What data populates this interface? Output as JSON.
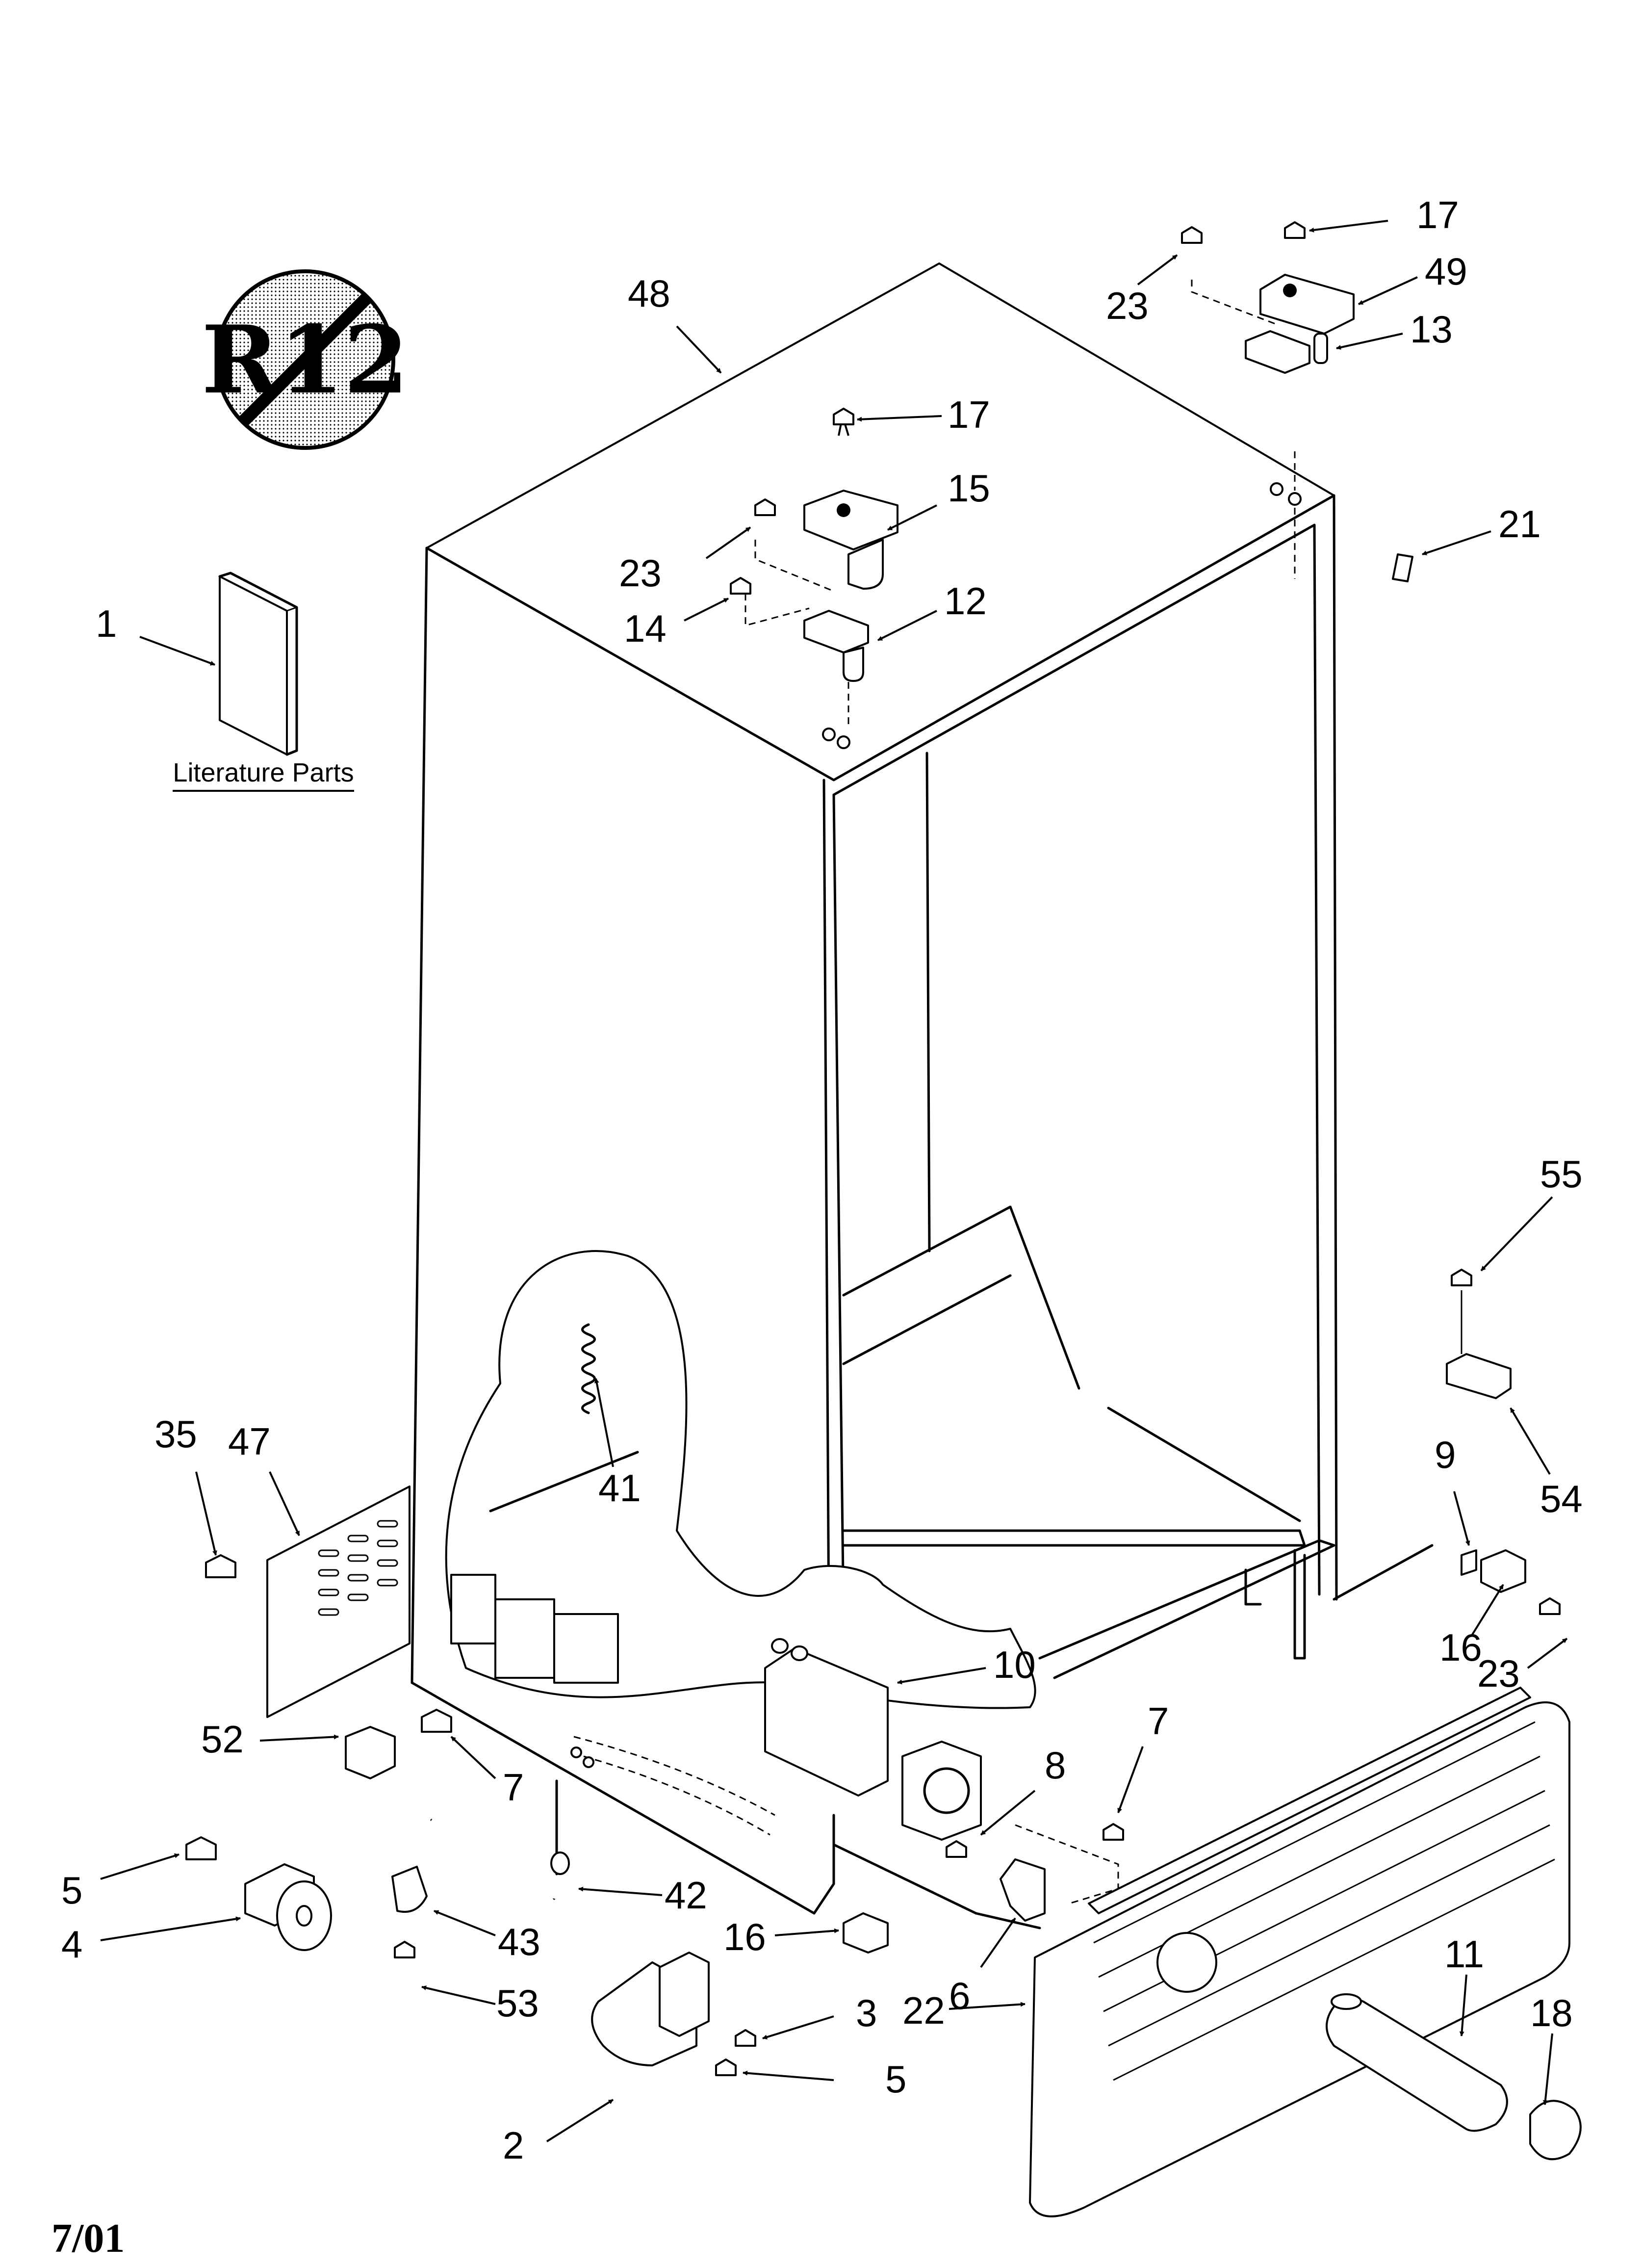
{
  "literature_label": "Literature Parts",
  "logo_text": "R12",
  "date": "7/01",
  "callouts": [
    "1",
    "48",
    "17",
    "15",
    "23",
    "14",
    "12",
    "23",
    "17",
    "49",
    "13",
    "21",
    "55",
    "54",
    "9",
    "16",
    "23",
    "41",
    "10",
    "35",
    "47",
    "52",
    "7",
    "5",
    "4",
    "43",
    "42",
    "53",
    "16",
    "8",
    "7",
    "6",
    "22",
    "3",
    "5",
    "2",
    "11",
    "18"
  ]
}
